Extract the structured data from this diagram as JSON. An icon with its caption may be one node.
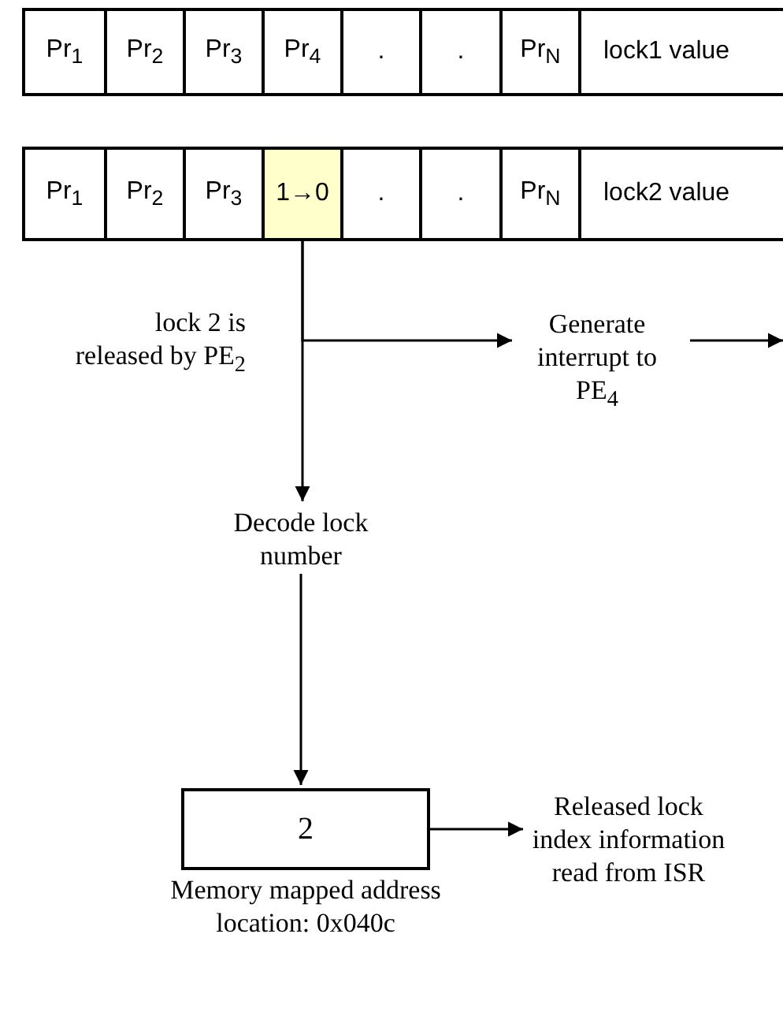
{
  "diagram": {
    "nodes": [
      {
        "text": [
          "Pr$_{1}$"
        ]
      },
      {
        "text": [
          "Pr$_{2}$"
        ]
      },
      {
        "text": [
          "Pr$_{3}$"
        ]
      },
      {
        "text": [
          "Pr$_{4}$"
        ]
      },
      {
        "text": [
          "."
        ]
      },
      {
        "text": [
          "."
        ]
      },
      {
        "text": [
          "Pr$_{N}$"
        ]
      },
      {
        "text": [
          "lock1 value"
        ]
      },
      {
        "text": [
          "Pr$_{1}$"
        ]
      },
      {
        "text": [
          "Pr$_{2}$"
        ]
      },
      {
        "text": [
          "Pr$_{3}$"
        ]
      },
      {
        "text": [
          "1→0"
        ]
      },
      {
        "text": [
          "."
        ]
      },
      {
        "text": [
          "."
        ]
      },
      {
        "text": [
          "Pr$_{N}$"
        ]
      },
      {
        "text": [
          "lock2 value"
        ]
      },
      {
        "text": [
          "Generate interrupt to PE$_{4}$"
        ]
      },
      {
        "text": [
          "Decode lock number"
        ]
      },
      {
        "text": [
          "2"
        ],
        "beside": [
          "Memory mapped address location: 0x040c"
        ]
      },
      {
        "text": [
          "Released lock index information read from ISR"
        ]
      }
    ],
    "edges": [
      {
        "from": 11,
        "to": 16,
        "arrow": "to"
      },
      {
        "from": 11,
        "to": 17,
        "arrow": "to"
      },
      {
        "from": 16,
        "to": null,
        "arrow": "to"
      },
      {
        "from": 17,
        "to": 18,
        "arrow": "to"
      },
      {
        "from": 18,
        "to": 19,
        "arrow": "to"
      }
    ],
    "labels": [
      "lock 2 is released by PE$_{2}$"
    ]
  }
}
